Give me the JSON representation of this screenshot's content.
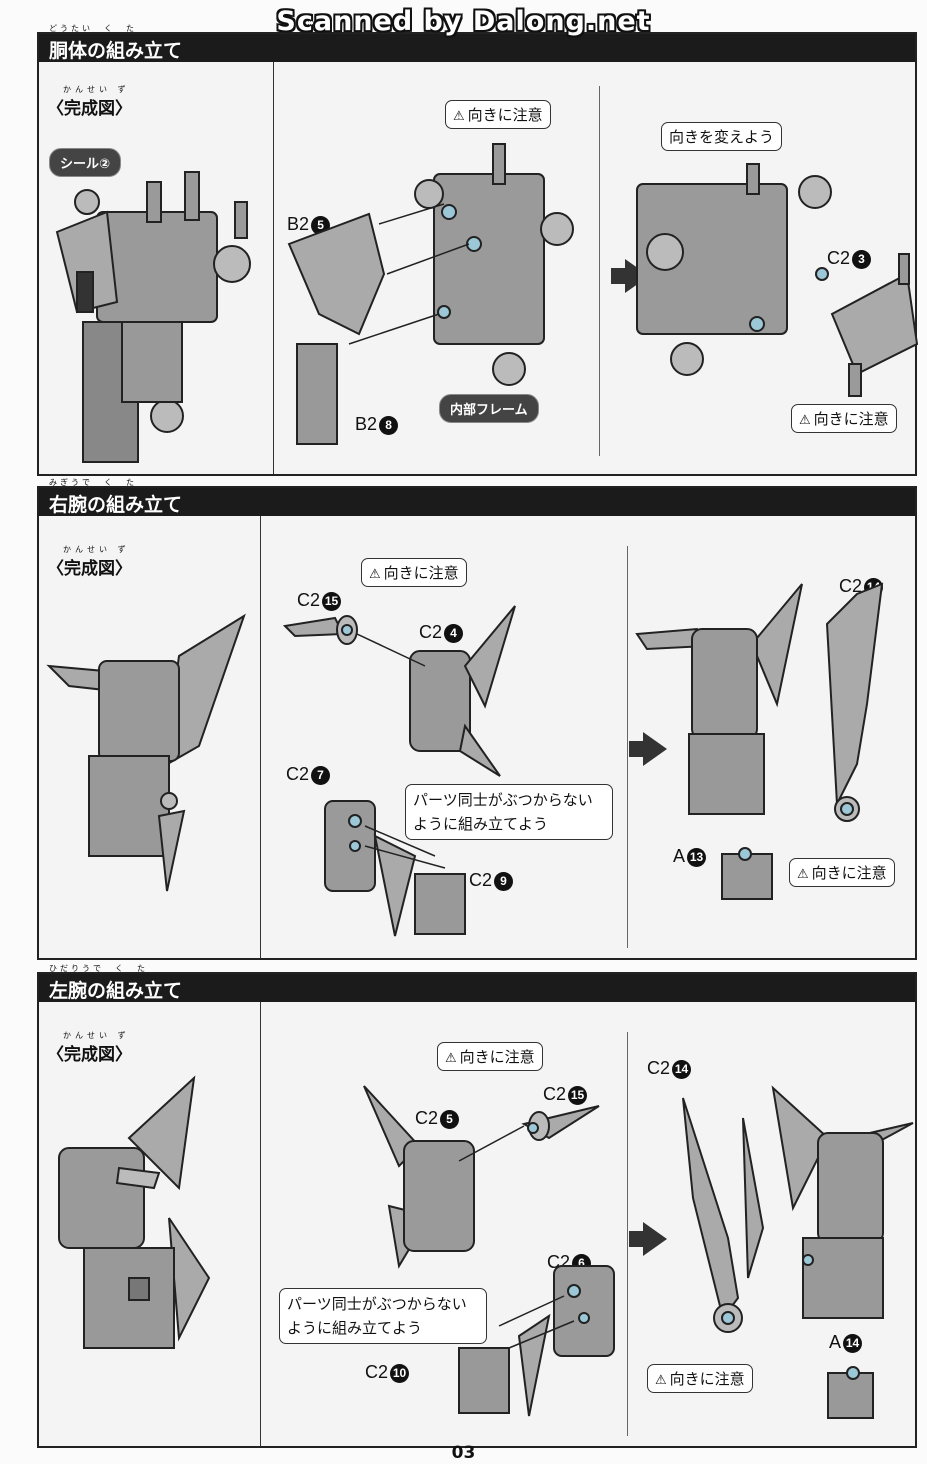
{
  "watermark": "Scanned by Dalong.net",
  "page_number": "03",
  "sections": [
    {
      "title": "胴体の組み立て",
      "ruby": "どうたい　く　た",
      "kansei_label": "〈完成図〉",
      "kansei_ruby": "かんせい ず",
      "seal_label": "シール②",
      "parts": [
        {
          "label": "B2",
          "num": "5"
        },
        {
          "label": "B2",
          "num": "8"
        },
        {
          "label": "C2",
          "num": "3"
        }
      ],
      "callouts": [
        "向きに注意",
        "向きを変えよう",
        "向きに注意"
      ],
      "frame_label": "内部フレーム"
    },
    {
      "title": "右腕の組み立て",
      "ruby": "みぎうで　く　た",
      "kansei_label": "〈完成図〉",
      "kansei_ruby": "かんせい ず",
      "parts": [
        {
          "label": "C2",
          "num": "15"
        },
        {
          "label": "C2",
          "num": "4"
        },
        {
          "label": "C2",
          "num": "7"
        },
        {
          "label": "C2",
          "num": "9"
        },
        {
          "label": "C2",
          "num": "14"
        },
        {
          "label": "A",
          "num": "13"
        }
      ],
      "callouts": [
        "向きに注意",
        "パーツ同士がぶつからないように組み立てよう",
        "向きに注意"
      ]
    },
    {
      "title": "左腕の組み立て",
      "ruby": "ひだりうで　く　た",
      "kansei_label": "〈完成図〉",
      "kansei_ruby": "かんせい ず",
      "parts": [
        {
          "label": "C2",
          "num": "15"
        },
        {
          "label": "C2",
          "num": "5"
        },
        {
          "label": "C2",
          "num": "6"
        },
        {
          "label": "C2",
          "num": "10"
        },
        {
          "label": "C2",
          "num": "14"
        },
        {
          "label": "A",
          "num": "14"
        }
      ],
      "callouts": [
        "向きに注意",
        "パーツ同士がぶつからないように組み立てよう",
        "向きに注意"
      ]
    }
  ]
}
